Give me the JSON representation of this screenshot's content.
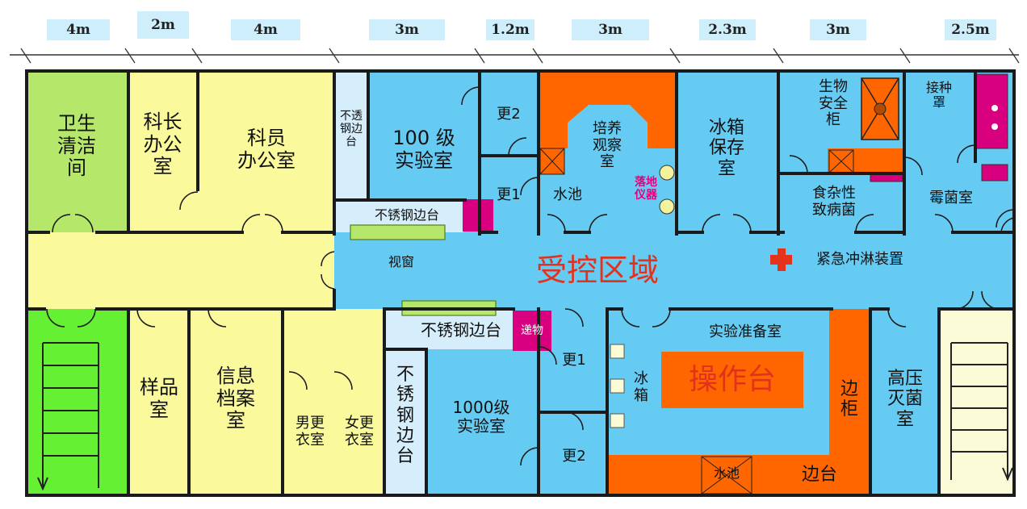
{
  "dimensions": [
    "4m",
    "2m",
    "4m",
    "3m",
    "1.2m",
    "3m",
    "2.3m",
    "3m",
    "2.5m"
  ],
  "rooms": {
    "sanitation": "卫生\n清洁\n间",
    "section_chief": "科长\n办公\n室",
    "staff_office": "科员\n办公室",
    "steel_bench_narrow": "不透\n钢边\n台",
    "lab100": "100 级\n实验室",
    "change2_top": "更2",
    "change1_top": "更1",
    "culture_room": "培养\n观察\n室",
    "floor_instrument": "落地\n仪器",
    "sink_top": "水池",
    "fridge_storage": "冰箱\n保存\n室",
    "biosafety_cabinet": "生物\n安全\n柜",
    "inoculation_hood": "接种\n罩",
    "food_pathogen": "食杂性\n致病菌",
    "mold_room": "霉菌室",
    "steel_bench_top": "不锈钢边台",
    "viewing_window": "视窗",
    "controlled_area": "受控区域",
    "emergency_shower": "紧急冲淋装置",
    "steel_bench_mid": "不锈钢边台",
    "pass_box": "递物",
    "sample_room": "样品\n室",
    "info_archive": "信息\n档案\n室",
    "male_changing": "男更\n衣室",
    "female_changing": "女更\n衣室",
    "steel_bench_vertical": "不\n锈\n钢\n边\n台",
    "lab1000": "1000级\n实验室",
    "change1_bottom": "更1",
    "change2_bottom": "更2",
    "prep_room": "实验准备室",
    "fridge": "冰\n箱",
    "operating_table": "操作台",
    "side_cabinet": "边\n柜",
    "sink_bottom": "水池",
    "side_bench": "边台",
    "autoclave": "高压\n灭菌\n室"
  },
  "colors": {
    "green_light": "#b5e86a",
    "green_bright": "#66f033",
    "yellow": "#fafa9c",
    "blue": "#66cbf2",
    "blue_light": "#d6eefb",
    "orange": "#ff6600",
    "magenta": "#d9007f",
    "cream": "#fbfbd8",
    "red": "#e4321d"
  }
}
